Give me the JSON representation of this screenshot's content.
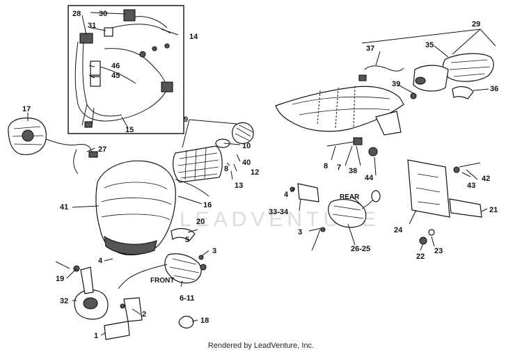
{
  "labels": {
    "l28": "28",
    "l30": "30",
    "l14": "14",
    "l31": "31",
    "l46": "46",
    "l45": "45",
    "l15": "15",
    "l17": "17",
    "l27": "27",
    "l9": "9",
    "l10": "10",
    "l40": "40",
    "l12": "12",
    "l13": "13",
    "l8a": "8",
    "l16": "16",
    "l41": "41",
    "l20": "20",
    "l5": "5",
    "l3a": "3",
    "l4a": "4",
    "l19": "19",
    "l32": "32",
    "l2": "2",
    "l1": "1",
    "l18": "18",
    "l611": "6-11",
    "l29": "29",
    "l37": "37",
    "l35": "35",
    "l39": "39",
    "l36": "36",
    "l8b": "8",
    "l7": "7",
    "l38": "38",
    "l44": "44",
    "l4b": "4",
    "l3334": "33-34",
    "l3b": "3",
    "l2625": "26-25",
    "l24": "24",
    "l42": "42",
    "l43": "43",
    "l21": "21",
    "l22": "22",
    "l23": "23"
  },
  "notes": {
    "front": "FRONT",
    "rear": "REAR"
  },
  "watermark": "LEADVENTURE",
  "footer": {
    "credit": "Rendered by LeadVenture, Inc."
  }
}
